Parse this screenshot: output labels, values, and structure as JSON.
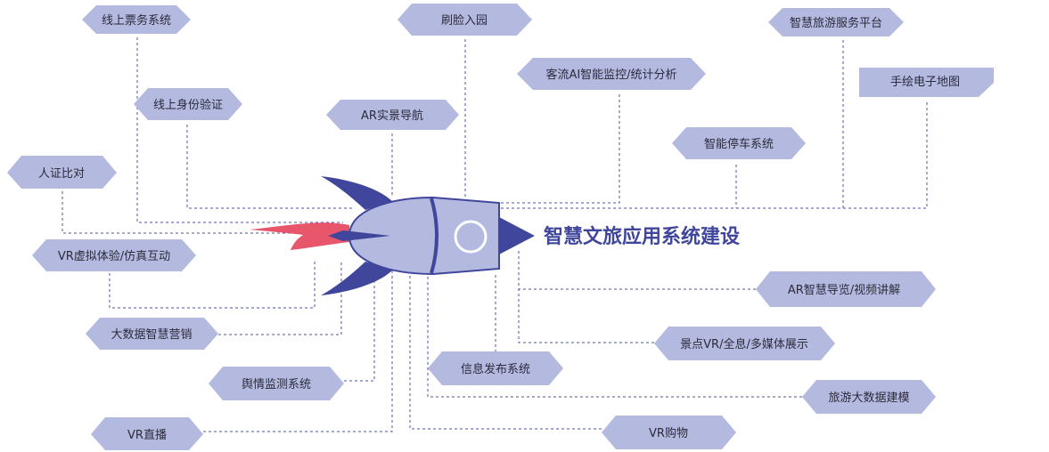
{
  "title": "智慧文旅应用系统建设",
  "colors": {
    "node_fill": "#b4b9e0",
    "rocket_body": "#b4b9e0",
    "rocket_dark": "#3f469c",
    "flame": "#e8566b",
    "connector": "#4a55a2",
    "title": "#3f469c"
  },
  "nodes": [
    {
      "id": "ticketing",
      "label": "线上票务系统"
    },
    {
      "id": "face-entry",
      "label": "刷脸入园"
    },
    {
      "id": "tourism-platform",
      "label": "智慧旅游服务平台"
    },
    {
      "id": "flow-monitor",
      "label": "客流AI智能监控/统计分析"
    },
    {
      "id": "hand-map",
      "label": "手绘电子地图"
    },
    {
      "id": "id-verify",
      "label": "线上身份验证"
    },
    {
      "id": "ar-nav",
      "label": "AR实景导航"
    },
    {
      "id": "parking",
      "label": "智能停车系统"
    },
    {
      "id": "id-compare",
      "label": "人证比对"
    },
    {
      "id": "vr-experience",
      "label": "VR虚拟体验/仿真互动"
    },
    {
      "id": "ar-guide",
      "label": "AR智慧导览/视频讲解"
    },
    {
      "id": "big-data-marketing",
      "label": "大数据智慧营销"
    },
    {
      "id": "scenic-vr",
      "label": "景点VR/全息/多媒体展示"
    },
    {
      "id": "info-publish",
      "label": "信息发布系统"
    },
    {
      "id": "opinion-monitor",
      "label": "舆情监测系统"
    },
    {
      "id": "travel-big-data",
      "label": "旅游大数据建模"
    },
    {
      "id": "vr-live",
      "label": "VR直播"
    },
    {
      "id": "vr-shop",
      "label": "VR购物"
    }
  ]
}
